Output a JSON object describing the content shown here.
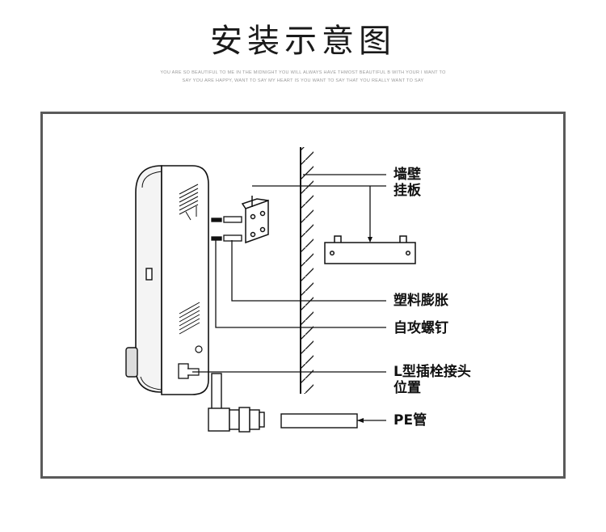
{
  "header": {
    "title": "安装示意图",
    "subtitle_line1": "YOU ARE SO BEAUTIFUL TO ME IN THE MIDNIGHT YOU WILL ALWAYS HAVE THMOST BEAUTIFUL B WITH YOUR I WANT TO",
    "subtitle_line2": "SAY YOU ARE HAPPY, WANT TO SAY MY HEART IS YOU WANT TO SAY THAT YOU REALLY WANT TO SAY"
  },
  "diagram": {
    "labels": {
      "wall": "墙壁",
      "hanging_plate": "挂板",
      "plastic_anchor": "塑料膨胀",
      "self_tapping_screw": "自攻螺钉",
      "l_connector_line1": "L型插栓接头",
      "l_connector_line2": "位置",
      "pe_pipe": "PE管"
    }
  }
}
